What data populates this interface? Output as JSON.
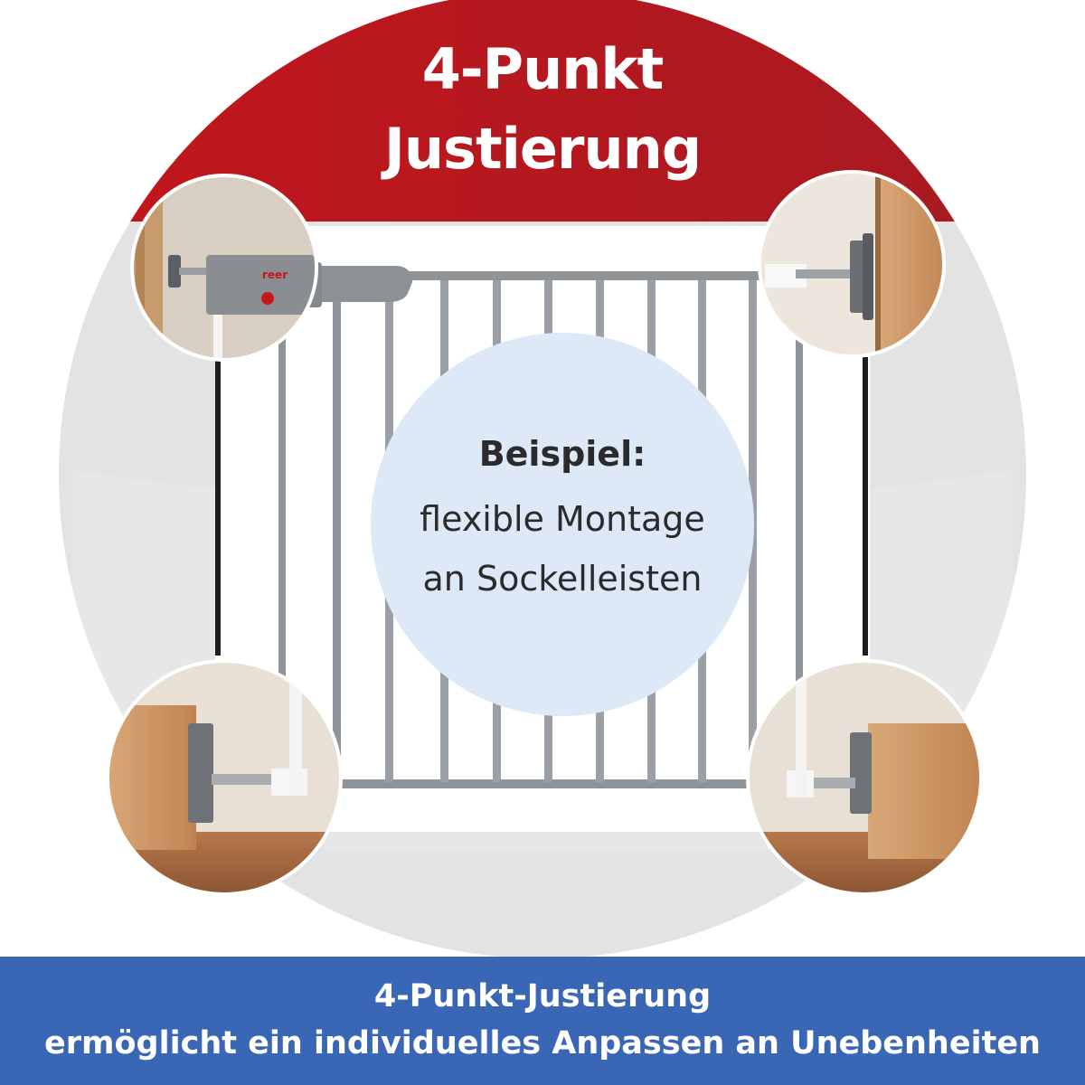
{
  "headline": {
    "line1": "4-Punkt",
    "line2": "Justierung"
  },
  "center_label": {
    "title": "Beispiel:",
    "line1": "flexible Montage",
    "line2": "an Sockelleisten"
  },
  "logo_text": "reer",
  "banner": {
    "line1": "4-Punkt-Justierung",
    "line2": "ermöglicht ein individuelles Anpassen an Unebenheiten"
  },
  "colors": {
    "headline_red": "#c4161c",
    "circle_grey": "#e3e3e3",
    "center_blue": "#dde9f6",
    "banner_blue": "#3a67b5",
    "gate_grey": "#8f9499"
  },
  "icons": [
    "adjustment-screw-icon"
  ]
}
